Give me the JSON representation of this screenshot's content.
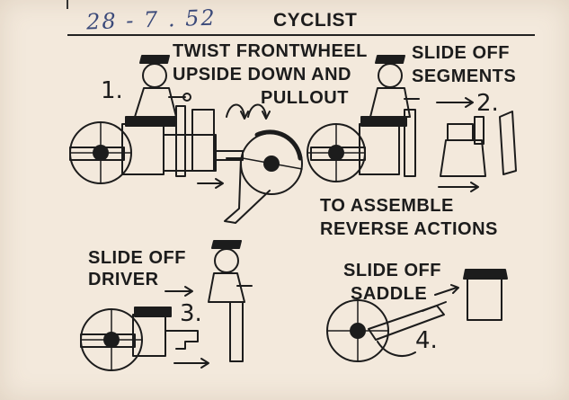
{
  "card": {
    "date": "28 - 7 . 52",
    "title": "CYCLIST",
    "steps": [
      {
        "number": "1.",
        "text_line1": "TWIST FRONTWHEEL",
        "text_line2": "UPSIDE DOWN AND",
        "text_line3": "PULLOUT"
      },
      {
        "number": "2.",
        "text_line1": "SLIDE OFF",
        "text_line2": "SEGMENTS"
      },
      {
        "number": "3.",
        "text_line1": "SLIDE OFF",
        "text_line2": "DRIVER"
      },
      {
        "number": "4.",
        "text_line1": "SLIDE OFF",
        "text_line2": "SADDLE"
      }
    ],
    "assemble_line1": "TO ASSEMBLE",
    "assemble_line2": "REVERSE ACTIONS"
  }
}
